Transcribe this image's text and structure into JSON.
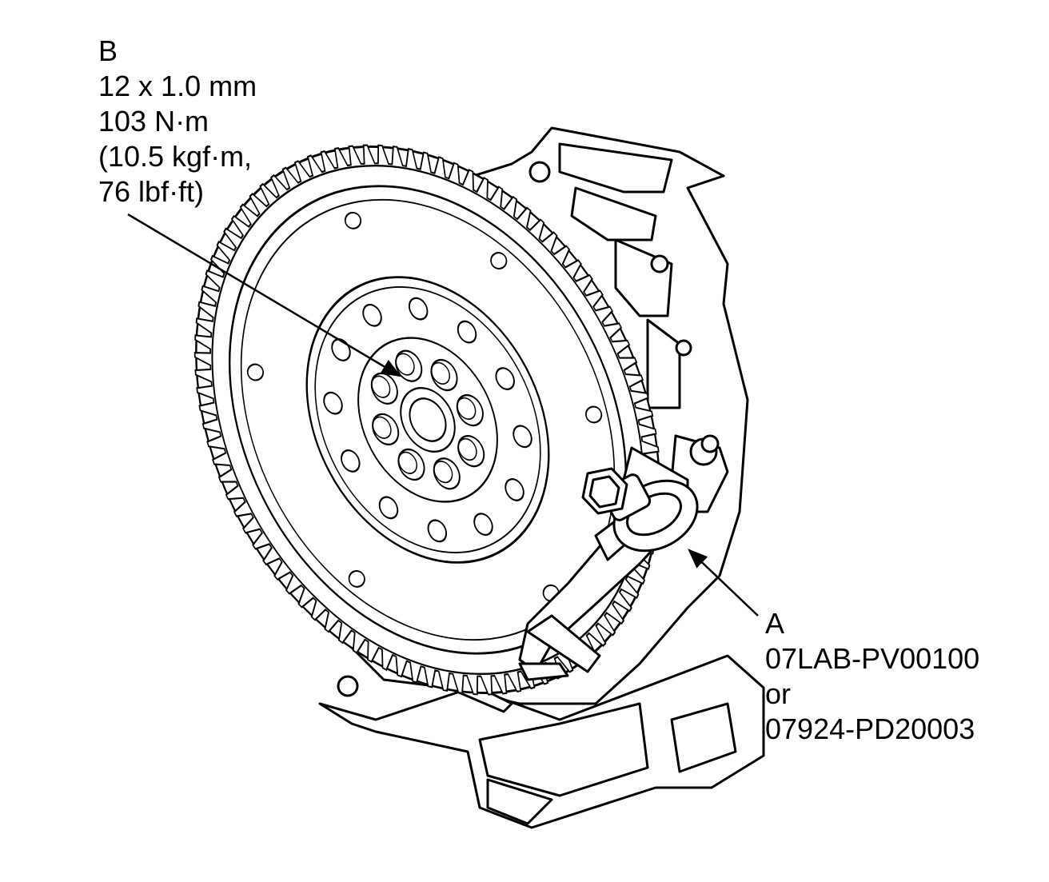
{
  "colors": {
    "line": "#000000",
    "fill": "#ffffff",
    "hole": "#ffffff"
  },
  "callouts": {
    "b": {
      "letter": "B",
      "thread": "12 x 1.0 mm",
      "torque_nm": "103 N·m",
      "torque_kgf": "(10.5 kgf·m,",
      "torque_lbf": "76 lbf·ft)"
    },
    "a": {
      "letter": "A",
      "tool_1": "07LAB-PV00100",
      "connector": "or",
      "tool_2": "07924-PD20003"
    }
  },
  "drawing": {
    "ring_gear_teeth": 96,
    "flywheel_bolts": 8,
    "outer_holes": 12
  },
  "icons": {
    "flywheel": "flywheel-illustration",
    "holder": "ring-gear-holder-tool",
    "arrow": "leader-arrow"
  }
}
